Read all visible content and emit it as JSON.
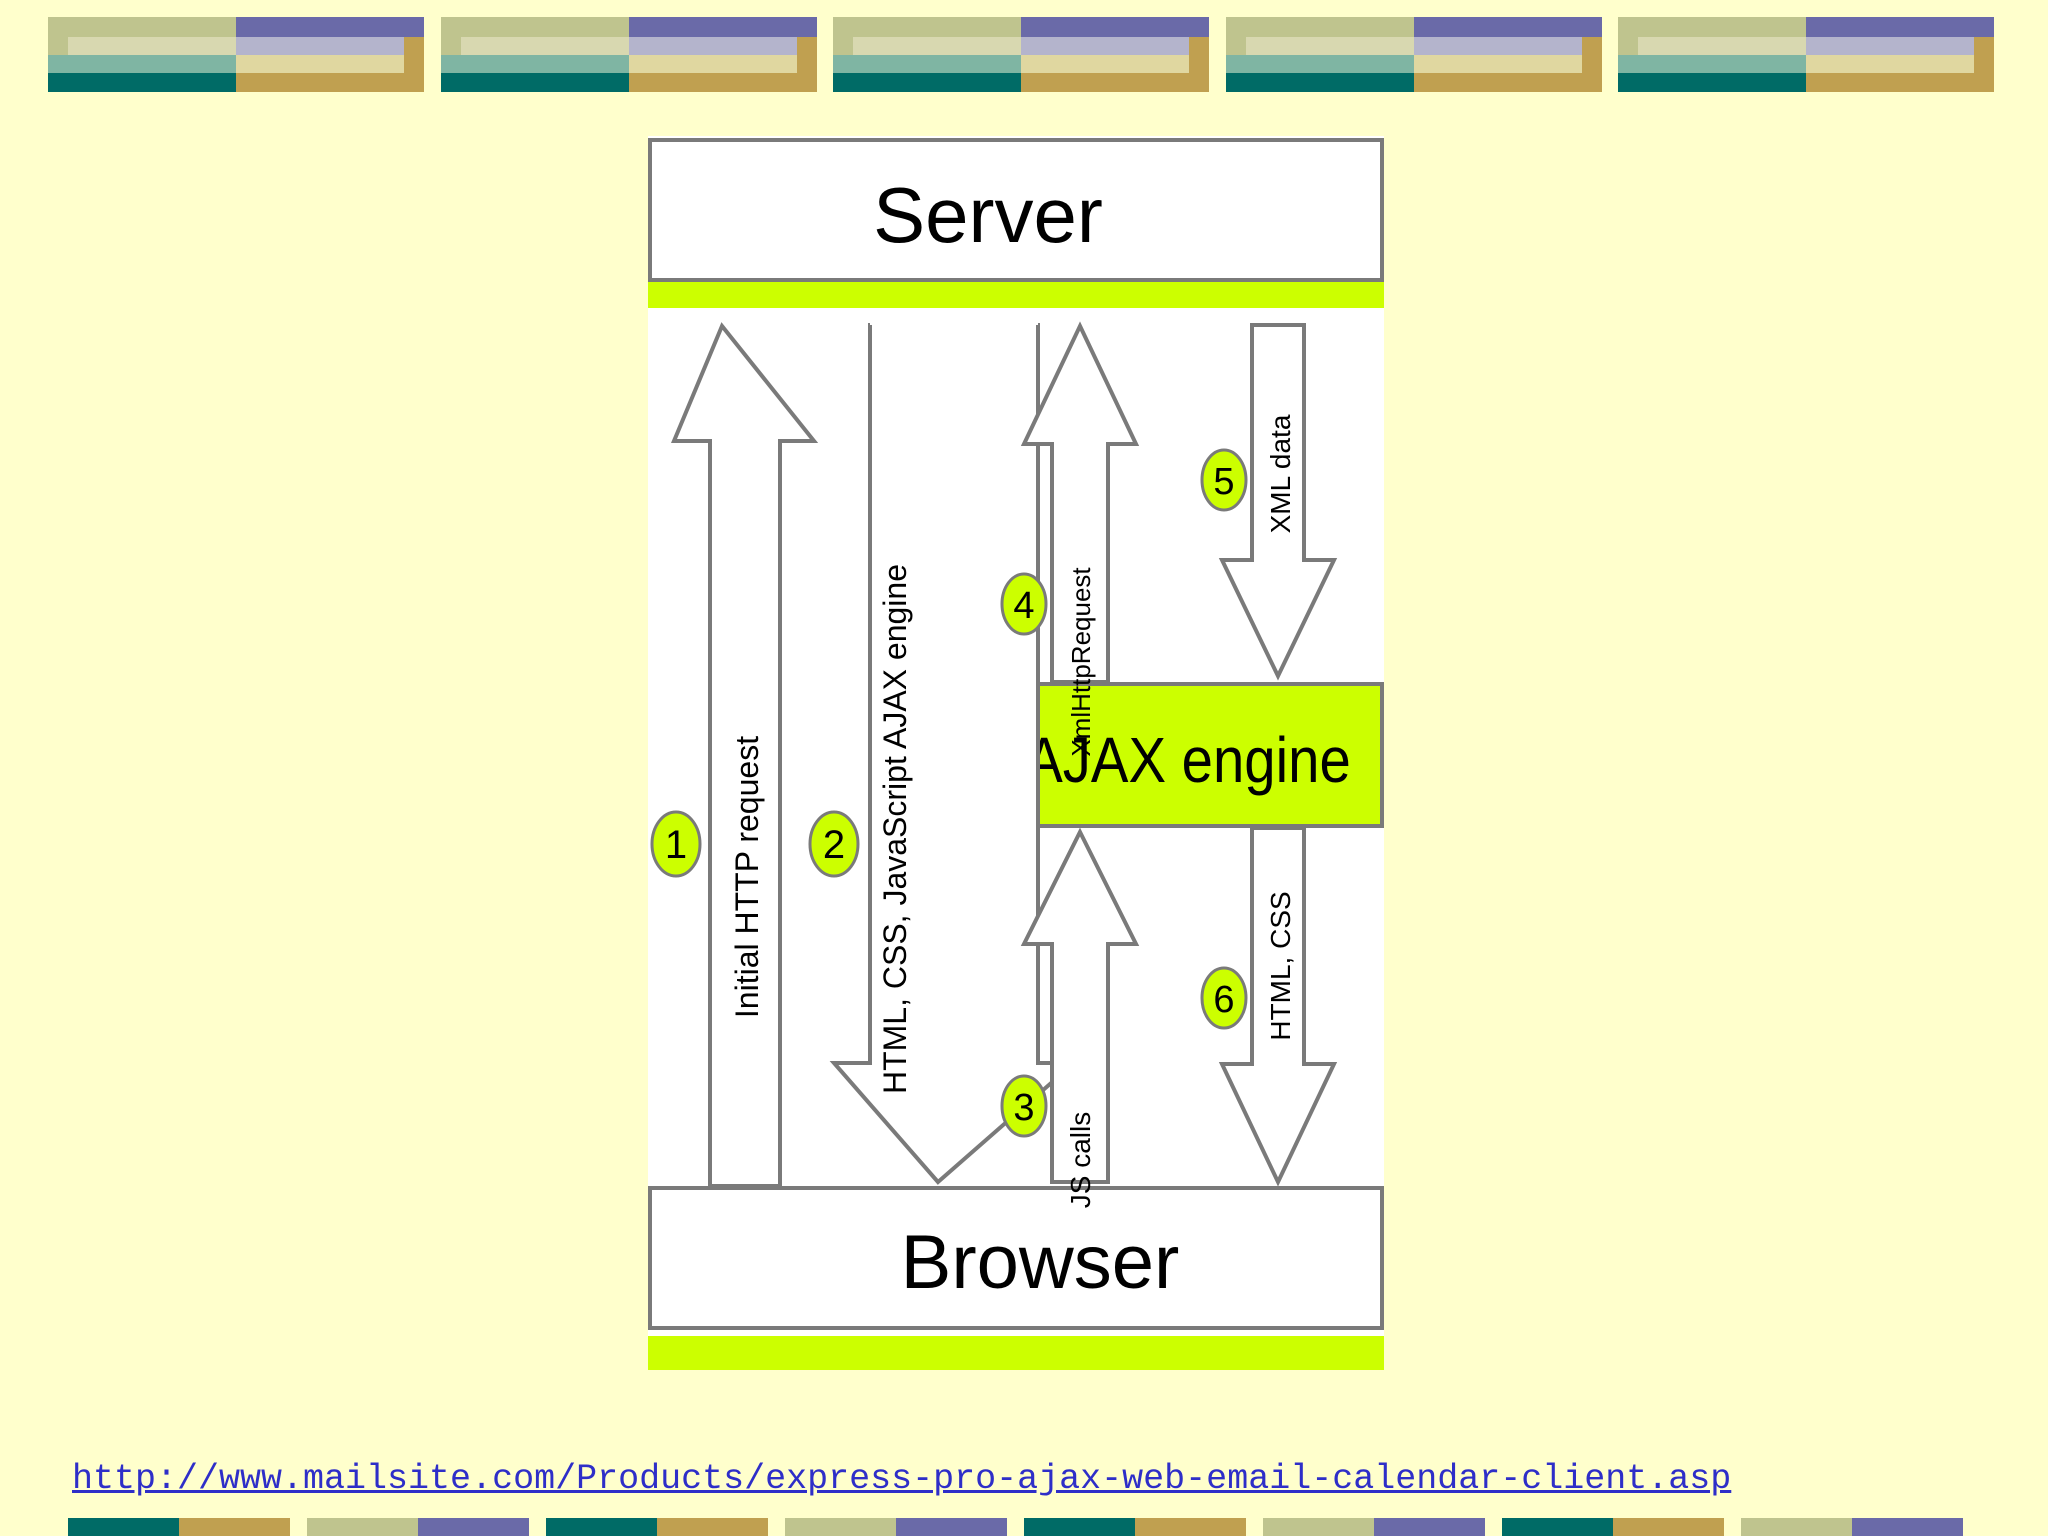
{
  "colors": {
    "background": "#FFFFCC",
    "teal_dark": "#006B66",
    "teal_light": "#7FB5A3",
    "sage": "#BFC48E",
    "purple": "#6A6AA8",
    "lavender": "#B4B4CC",
    "tan": "#E0D7A0",
    "gold": "#C0A050",
    "lime": "#CCFF00",
    "link": "#2E2EC8"
  },
  "diagram": {
    "server_label": "Server",
    "browser_label": "Browser",
    "engine_label": "AJAX engine",
    "steps": [
      {
        "number": "1",
        "label": "Initial HTTP request"
      },
      {
        "number": "2",
        "label": "HTML, CSS, JavaScript AJAX engine"
      },
      {
        "number": "3",
        "label": "JS calls"
      },
      {
        "number": "4",
        "label": "XmlHttpRequest"
      },
      {
        "number": "5",
        "label": "XML data"
      },
      {
        "number": "6",
        "label": "HTML, CSS"
      }
    ]
  },
  "footer": {
    "url": "http://www.mailsite.com/Products/express-pro-ajax-web-email-calendar-client.asp "
  }
}
